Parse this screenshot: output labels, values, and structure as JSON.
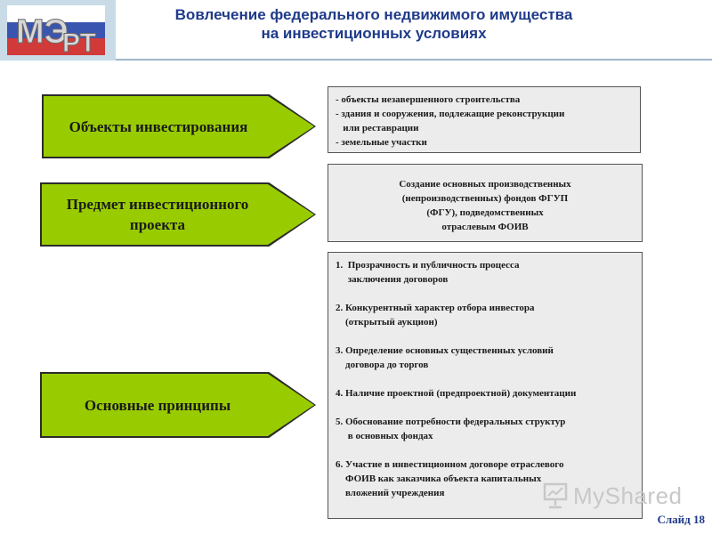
{
  "header": {
    "title_line1": "Вовлечение федерального недвижимого имущества",
    "title_line2": "на инвестиционных условиях",
    "logo_text": "МЭРТ"
  },
  "arrows": [
    {
      "label": "Объекты инвестирования"
    },
    {
      "label_line1": "Предмет инвестиционного",
      "label_line2": "проекта"
    },
    {
      "label": "Основные принципы"
    }
  ],
  "boxes": {
    "objects": [
      "- объекты незавершенного строительства",
      "- здания и сооружения, подлежащие реконструкции",
      "   или реставрации",
      "- земельные участки"
    ],
    "subject": [
      "Создание основных производственных",
      "(непроизводственных) фондов ФГУП",
      "(ФГУ), подведомственных",
      "отраслевым ФОИВ"
    ],
    "principles": [
      "1.  Прозрачность и публичность процесса",
      "     заключения договоров",
      "",
      "2. Конкурентный характер отбора инвестора",
      "    (открытый аукцион)",
      "",
      "3. Определение основных существенных условий",
      "    договора до торгов",
      "",
      "4. Наличие проектной (предпроектной) документации",
      "",
      "5. Обоснование потребности федеральных структур",
      "     в основных фондах",
      "",
      "6. Участие в инвестиционном договоре отраслевого",
      "    ФОИВ как заказчика объекта капитальных",
      "    вложений учреждения"
    ]
  },
  "watermark": {
    "text": "MyShared",
    "icon": "presentation-board-icon"
  },
  "footer": {
    "slide_label": "Слайд 18"
  },
  "colors": {
    "arrow_fill": "#99cc00",
    "title": "#1f3a8a",
    "box_fill": "#ececec"
  }
}
